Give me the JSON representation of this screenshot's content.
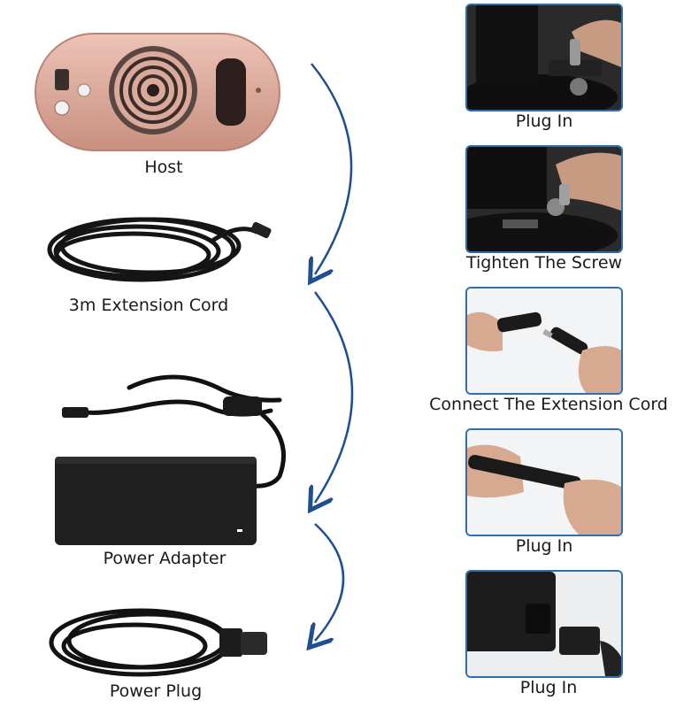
{
  "left_items": [
    {
      "id": "host",
      "label": "Host"
    },
    {
      "id": "extension-cord",
      "label": "3m Extension Cord"
    },
    {
      "id": "power-adapter",
      "label": "Power Adapter"
    },
    {
      "id": "power-plug",
      "label": "Power Plug"
    }
  ],
  "steps": [
    {
      "label": "Plug In"
    },
    {
      "label": "Tighten The Screw"
    },
    {
      "label": "Connect The Extension Cord"
    },
    {
      "label": "Plug In"
    },
    {
      "label": "Plug In"
    }
  ],
  "colors": {
    "arrow": "#1f4f8f",
    "frame": "#2f6fb0",
    "host_body": "#d9a99a"
  }
}
